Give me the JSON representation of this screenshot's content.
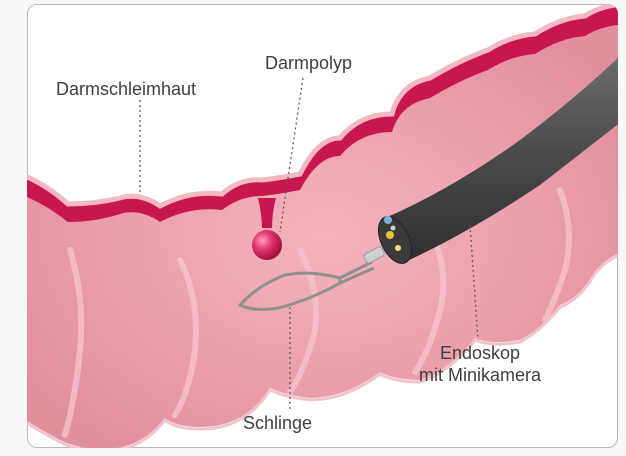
{
  "labels": {
    "darmschleimhaut": "Darmschleimhaut",
    "darmpolyp": "Darmpolyp",
    "schlinge": "Schlinge",
    "endoskop_line1": "Endoskop",
    "endoskop_line2": "mit Minikamera"
  },
  "colors": {
    "background": "#f7f7f7",
    "frame_border": "#b9b9b9",
    "mucosa_dark": "#c8164f",
    "mucosa_light": "#f2b9c0",
    "intestine_wall": "#e69aa6",
    "polyp": "#d21f5c",
    "endoscope": "#555555",
    "snare": "#8f8f8f",
    "text": "#3f3f3f"
  }
}
